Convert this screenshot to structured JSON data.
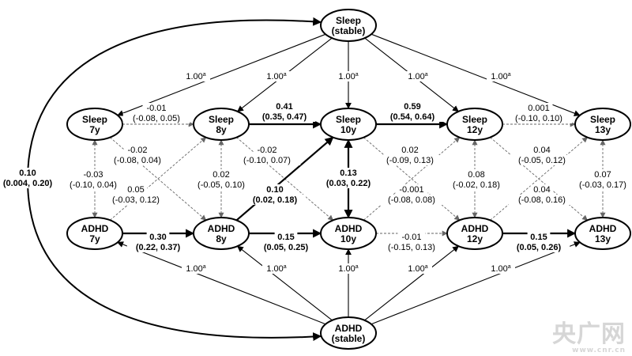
{
  "nodes": {
    "sleep_stable": [
      "Sleep",
      "(stable)"
    ],
    "sleep_7": [
      "Sleep",
      "7y"
    ],
    "sleep_8": [
      "Sleep",
      "8y"
    ],
    "sleep_10": [
      "Sleep",
      "10y"
    ],
    "sleep_12": [
      "Sleep",
      "12y"
    ],
    "sleep_13": [
      "Sleep",
      "13y"
    ],
    "adhd_7": [
      "ADHD",
      "7y"
    ],
    "adhd_8": [
      "ADHD",
      "8y"
    ],
    "adhd_10": [
      "ADHD",
      "10y"
    ],
    "adhd_12": [
      "ADHD",
      "12y"
    ],
    "adhd_13": [
      "ADHD",
      "13y"
    ],
    "adhd_stable": [
      "ADHD",
      "(stable)"
    ]
  },
  "loadings": {
    "value": "1.00",
    "superscript": "a"
  },
  "stable_correlation": [
    "0.10",
    "(0.004, 0.20)"
  ],
  "paths": {
    "sleep_7_8": [
      "-0.01",
      "(-0.08, 0.05)"
    ],
    "sleep_8_10": [
      "0.41",
      "(0.35, 0.47)"
    ],
    "sleep_10_12": [
      "0.59",
      "(0.54, 0.64)"
    ],
    "sleep_12_13": [
      "0.001",
      "(-0.10, 0.10)"
    ],
    "adhd_7_8": [
      "0.30",
      "(0.22, 0.37)"
    ],
    "adhd_8_10": [
      "0.15",
      "(0.05, 0.25)"
    ],
    "adhd_10_12": [
      "-0.01",
      "(-0.15, 0.13)"
    ],
    "adhd_12_13": [
      "0.15",
      "(0.05, 0.26)"
    ],
    "sleep7_to_adhd8": [
      "-0.02",
      "(-0.08, 0.04)"
    ],
    "adhd7_to_sleep8": [
      "0.05",
      "(-0.03, 0.12)"
    ],
    "sleep8_to_adhd10": [
      "-0.02",
      "(-0.10, 0.07)"
    ],
    "adhd8_to_sleep10": [
      "0.10",
      "(0.02, 0.18)"
    ],
    "sleep10_to_adhd12": [
      "0.02",
      "(-0.09, 0.13)"
    ],
    "adhd10_to_sleep12": [
      "-0.001",
      "(-0.08, 0.08)"
    ],
    "sleep12_to_adhd13": [
      "0.04",
      "(-0.05, 0.12)"
    ],
    "adhd12_to_sleep13": [
      "0.04",
      "(-0.08, 0.16)"
    ],
    "cov_7": [
      "-0.03",
      "(-0.10, 0.04)"
    ],
    "cov_8": [
      "0.02",
      "(-0.05, 0.10)"
    ],
    "cov_10": [
      "0.13",
      "(0.03, 0.22)"
    ],
    "cov_12": [
      "0.08",
      "(-0.02, 0.18)"
    ],
    "cov_13": [
      "0.07",
      "(-0.03, 0.17)"
    ]
  },
  "watermark": {
    "main": "央广网",
    "sub": "www.cnr.cn"
  }
}
